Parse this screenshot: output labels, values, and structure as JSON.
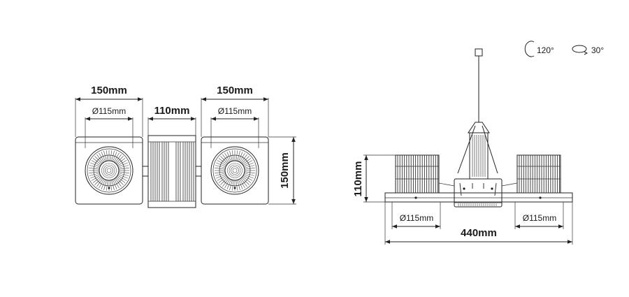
{
  "front_view": {
    "width_left": "150mm",
    "width_right": "150mm",
    "diameter_left": "Ø115mm",
    "diameter_right": "Ø115mm",
    "middle_width": "110mm",
    "height": "150mm"
  },
  "side_view": {
    "rotation_vertical": "120°",
    "rotation_horizontal": "30°",
    "height": "110mm",
    "diameter_left": "Ø115mm",
    "diameter_right": "Ø115mm",
    "total_width": "440mm"
  }
}
